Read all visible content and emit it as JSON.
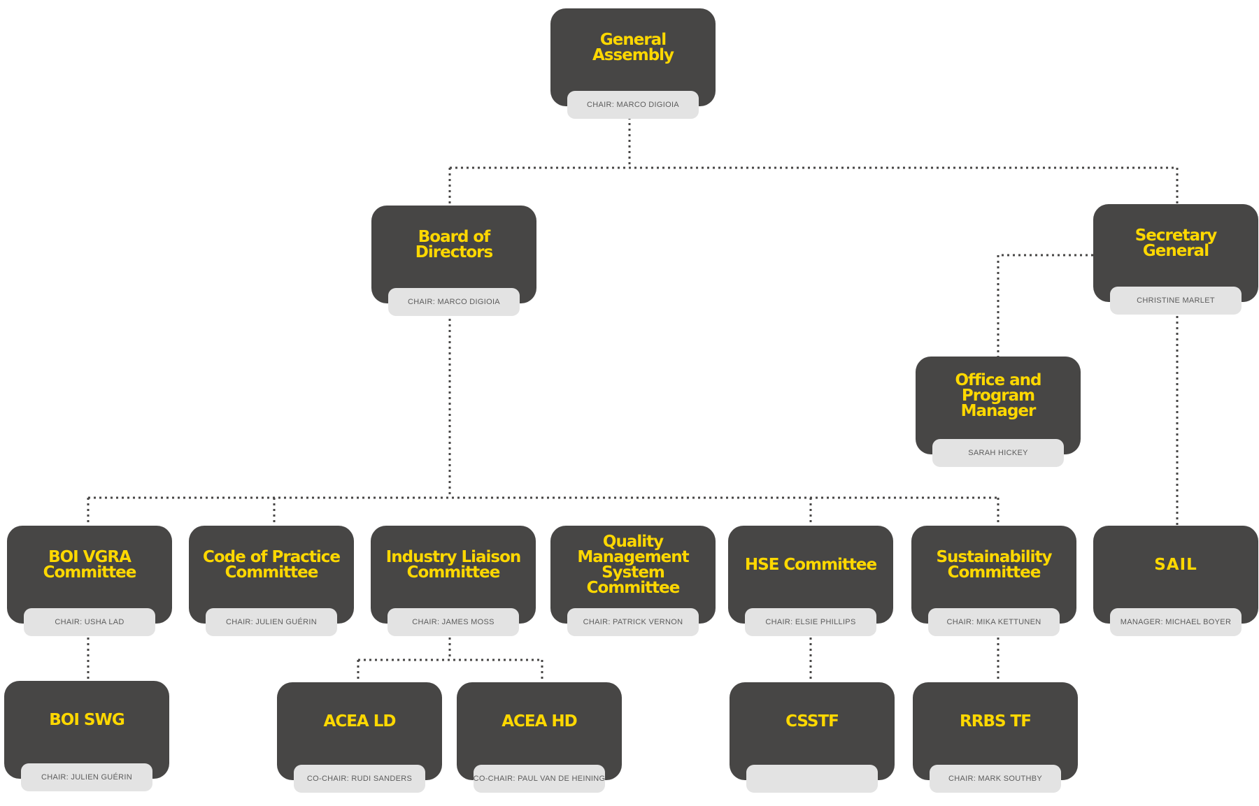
{
  "org_chart": {
    "colors": {
      "box": "#474645",
      "title": "#ffd800",
      "label_bg": "#e3e3e3",
      "label_text": "#5c5c5c",
      "connector": "#474645"
    },
    "nodes": {
      "general_assembly": {
        "title": "General\nAssembly",
        "sub": "CHAIR: MARCO DIGIOIA"
      },
      "board_of_directors": {
        "title": "Board of\nDirectors",
        "sub": "CHAIR: MARCO DIGIOIA"
      },
      "secretary_general": {
        "title": "Secretary\nGeneral",
        "sub": "CHRISTINE MARLET"
      },
      "office_program_manager": {
        "title": "Office and\nProgram\nManager",
        "sub": "SARAH HICKEY"
      },
      "boi_vgra_committee": {
        "title": "BOI VGRA\nCommittee",
        "sub": "CHAIR: USHA LAD"
      },
      "code_of_practice_committee": {
        "title": "Code of Practice\nCommittee",
        "sub": "CHAIR: JULIEN GUÉRIN"
      },
      "industry_liaison_committee": {
        "title": "Industry Liaison\nCommittee",
        "sub": "CHAIR: JAMES MOSS"
      },
      "quality_management_committee": {
        "title": "Quality\nManagement\nSystem\nCommittee",
        "sub": "CHAIR: PATRICK VERNON"
      },
      "hse_committee": {
        "title": "HSE Committee",
        "sub": "CHAIR: ELSIE PHILLIPS"
      },
      "sustainability_committee": {
        "title": "Sustainability\nCommittee",
        "sub": "CHAIR: MIKA KETTUNEN"
      },
      "sail": {
        "title": "SAIL",
        "sub": "MANAGER: MICHAEL BOYER"
      },
      "boi_swg": {
        "title": "BOI SWG",
        "sub": "CHAIR: JULIEN GUÉRIN"
      },
      "acea_ld": {
        "title": "ACEA LD",
        "sub": "CO-CHAIR: RUDI SANDERS"
      },
      "acea_hd": {
        "title": "ACEA HD",
        "sub": "CO-CHAIR: PAUL VAN DE HEINING"
      },
      "csstf": {
        "title": "CSSTF",
        "sub": ""
      },
      "rrbs_tf": {
        "title": "RRBS TF",
        "sub": "CHAIR: MARK SOUTHBY"
      }
    }
  }
}
